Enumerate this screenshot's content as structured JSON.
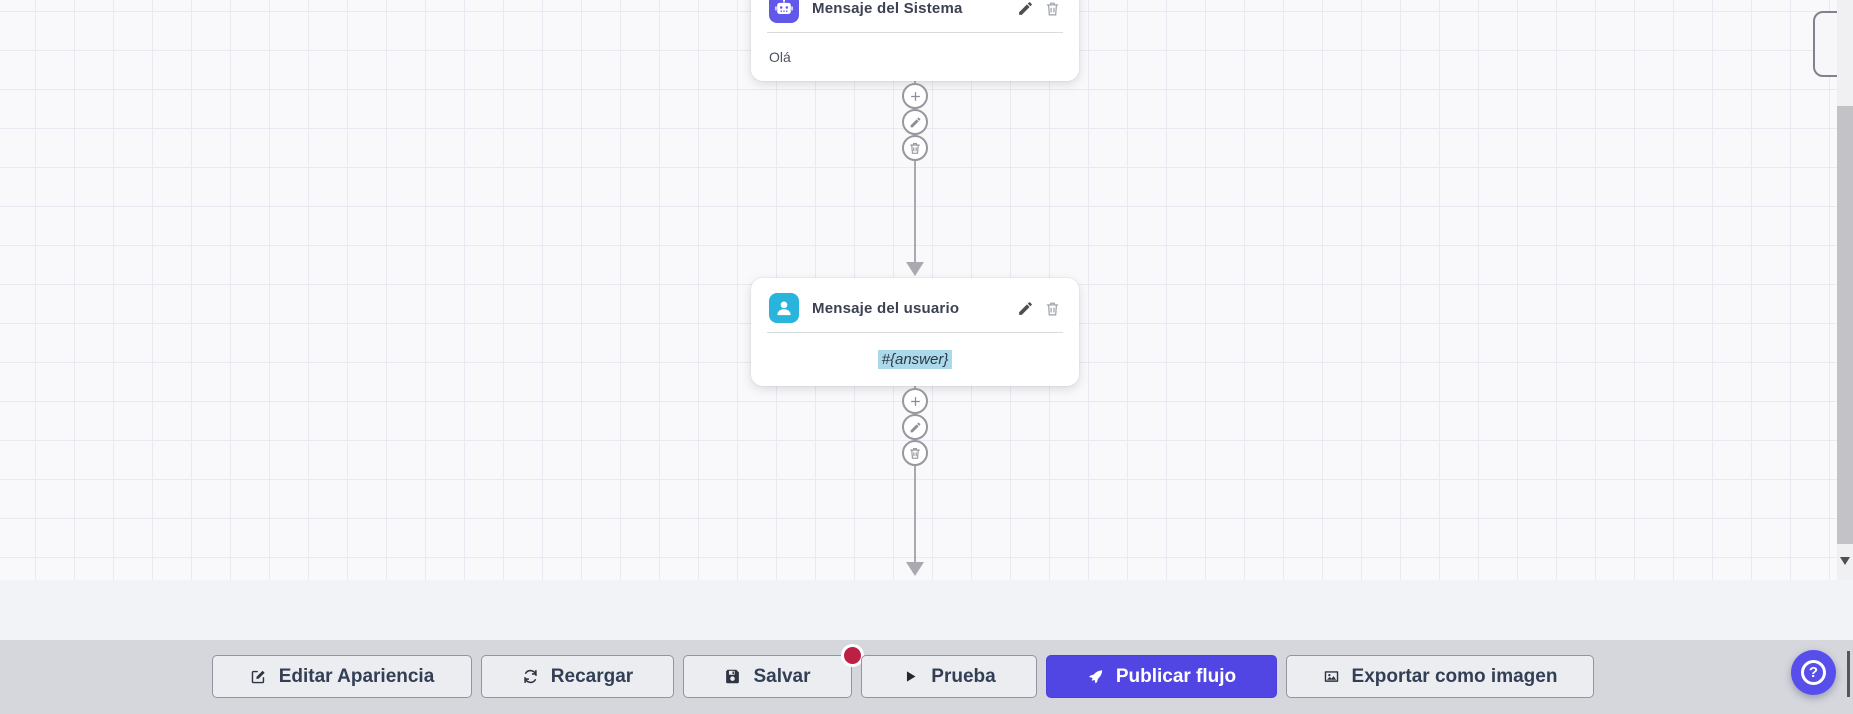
{
  "canvas": {
    "nodes": [
      {
        "title": "Mensaje del Sistema",
        "content": "Olá",
        "icon": "robot-icon",
        "accent": "#6157e9",
        "content_highlighted": false
      },
      {
        "title": "Mensaje del usuario",
        "content": "#{answer}",
        "icon": "user-icon",
        "accent": "#29b4dc",
        "content_highlighted": true
      }
    ],
    "node_actions": [
      "edit",
      "delete"
    ],
    "connector_actions": [
      "add",
      "edit",
      "delete"
    ]
  },
  "toolbar": {
    "buttons": [
      {
        "label": "Editar Apariencia",
        "icon": "edit-appearance-icon",
        "style": "default"
      },
      {
        "label": "Recargar",
        "icon": "reload-icon",
        "style": "default"
      },
      {
        "label": "Salvar",
        "icon": "save-icon",
        "style": "default",
        "badge_dot": true,
        "badge_color": "#be2045"
      },
      {
        "label": "Prueba",
        "icon": "play-icon",
        "style": "default"
      },
      {
        "label": "Publicar flujo",
        "icon": "rocket-icon",
        "style": "primary",
        "color": "#5145e4"
      },
      {
        "label": "Exportar como imagen",
        "icon": "image-icon",
        "style": "default"
      }
    ]
  },
  "help_button": {
    "label": "?",
    "color": "#584eec"
  },
  "colors": {
    "canvas_bg": "#f9f9fb",
    "grid_line": "#e8e9f1",
    "toolbar_bg": "#d5d7dd",
    "highlight_bg": "#a9d9ea",
    "node_system_accent": "#6157e9",
    "node_user_accent": "#29b4dc",
    "primary_button": "#5145e4",
    "badge_dot": "#be2045"
  }
}
